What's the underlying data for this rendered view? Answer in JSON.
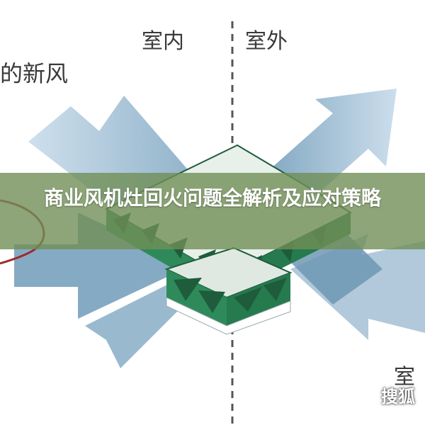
{
  "labels": {
    "indoor": "室内",
    "outdoor": "室外",
    "fresh_air": "的新风",
    "corner": "室"
  },
  "banner": {
    "title": "商业风机灶回火问题全解析及应对策略"
  },
  "watermark": {
    "text": "搜狐"
  },
  "colors": {
    "arrow_blue": "#7aa2bd",
    "arrow_light": "#bcd3e6",
    "core_green": "#2e8a5a",
    "core_dark": "#1f5c3b",
    "curve_red": "#9b2a2a",
    "banner_green": "#708e56"
  }
}
